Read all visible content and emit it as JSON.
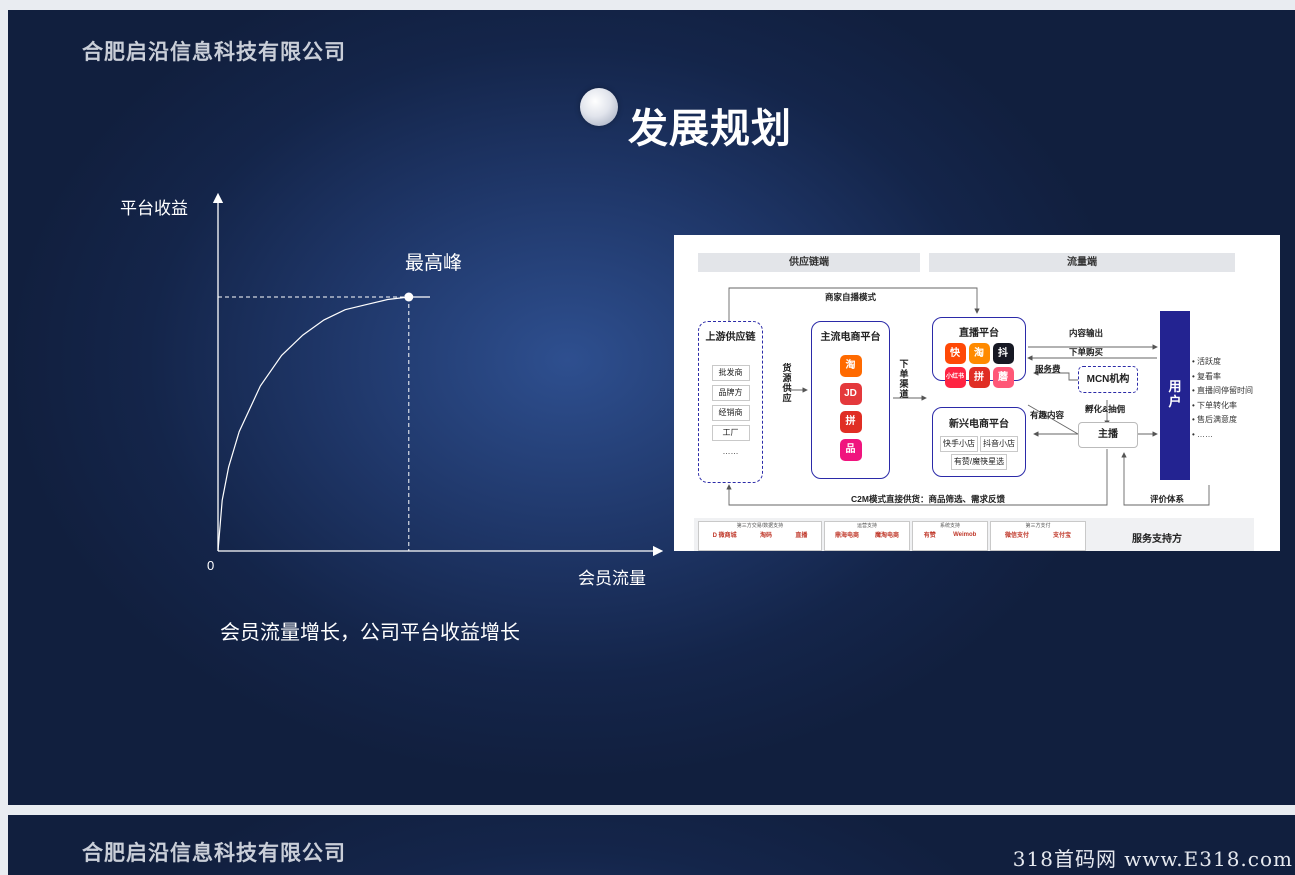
{
  "company_name": "合肥启沿信息科技有限公司",
  "slide_title": "发展规划",
  "watermark": "318首码网 www.E318.com",
  "caption": "会员流量增长，公司平台收益增长",
  "chart_data": {
    "type": "line",
    "ylabel": "平台收益",
    "xlabel": "会员流量",
    "origin_label": "0",
    "annotation": "最高峰",
    "grid": false,
    "curve": "concave saturating growth from origin to a peak",
    "x": [
      0,
      0.02,
      0.05,
      0.1,
      0.2,
      0.3,
      0.4,
      0.5,
      0.6,
      0.7,
      0.8,
      0.9,
      1.0
    ],
    "y": [
      0,
      0.2,
      0.33,
      0.47,
      0.65,
      0.77,
      0.85,
      0.91,
      0.95,
      0.97,
      0.99,
      1.0,
      1.0
    ],
    "peak_point": {
      "x": 0.9,
      "y": 1.0
    }
  },
  "diagram": {
    "headers": {
      "supply": "供应链端",
      "traffic": "流量端"
    },
    "upstream": {
      "title": "上游供应链",
      "items": [
        "批发商",
        "品牌方",
        "经销商",
        "工厂",
        "……"
      ]
    },
    "goods_supply_label": "货源供应",
    "mainstream": {
      "title": "主流电商平台",
      "apps": [
        {
          "name": "taobao-icon",
          "text": "淘",
          "color": "#ff6a00"
        },
        {
          "name": "jd-icon",
          "text": "JD",
          "color": "#e4393c"
        },
        {
          "name": "pinduoduo-icon",
          "text": "拼",
          "color": "#e02e24"
        },
        {
          "name": "vip-icon",
          "text": "品",
          "color": "#f0147e"
        }
      ]
    },
    "order_channel_label": "下单渠道",
    "merchant_live_label": "商家自播模式",
    "live": {
      "title": "直播平台",
      "apps": [
        {
          "name": "kuaishou-icon",
          "text": "快",
          "color": "#ff4906"
        },
        {
          "name": "taobao-live-icon",
          "text": "淘",
          "color": "#ff8a00"
        },
        {
          "name": "douyin-icon",
          "text": "抖",
          "color": "#161823"
        },
        {
          "name": "xiaohongshu-icon",
          "text": "小红书",
          "color": "#ff2442"
        },
        {
          "name": "pinduoduo-live-icon",
          "text": "拼",
          "color": "#e02e24"
        },
        {
          "name": "mogu-icon",
          "text": "蘑",
          "color": "#ff5777"
        }
      ]
    },
    "emerging": {
      "title": "新兴电商平台",
      "items": [
        "快手小店",
        "抖音小店",
        "有赞/魔筷星选"
      ]
    },
    "content_output_label": "内容输出",
    "order_purchase_label": "下单购买",
    "service_fee_label": "服务费",
    "mcn_label": "MCN机构",
    "incubate_label": "孵化&抽佣",
    "interesting_content_label": "有趣内容",
    "anchor_label": "主播",
    "user_label": "用户",
    "metrics": [
      "活跃度",
      "复看率",
      "直播间停留时间",
      "下单转化率",
      "售后满意度",
      "……"
    ],
    "c2m_label": "C2M模式直接供货：商品筛选、需求反馈",
    "evaluation_label": "评价体系",
    "service_provider_label": "服务支持方",
    "service_groups": [
      {
        "title": "第三方交易/数据支持",
        "logos": [
          "D 微商城",
          "淘码",
          "直播"
        ]
      },
      {
        "title": "运营支持",
        "logos": [
          "鼎海电商",
          "魔淘电商"
        ]
      },
      {
        "title": "系统支持",
        "logos": [
          "有赞",
          "Weimob"
        ]
      },
      {
        "title": "第三方支付",
        "logos": [
          "微信支付",
          "支付宝"
        ]
      }
    ]
  }
}
